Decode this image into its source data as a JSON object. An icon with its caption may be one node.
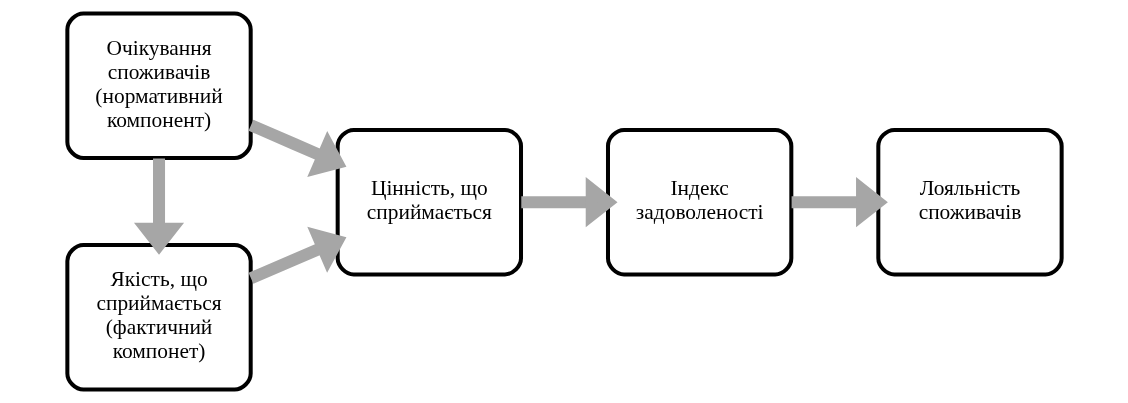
{
  "diagram": {
    "nodes": [
      {
        "text": [
          "Очікування споживачів",
          "(нормативний компонент)"
        ]
      },
      {
        "text": [
          "Якість, що сприймається (фактичний компонет)"
        ]
      },
      {
        "text": [
          "Цінність, що сприймається"
        ]
      },
      {
        "text": [
          "Індекс задоволеності"
        ]
      },
      {
        "text": [
          "Лояльність споживачів"
        ]
      }
    ],
    "edges": [
      {
        "from": 0,
        "to": 2,
        "arrow": "to"
      },
      {
        "from": 0,
        "to": 1,
        "arrow": "to"
      },
      {
        "from": 1,
        "to": 2,
        "arrow": "to"
      },
      {
        "from": 2,
        "to": 3,
        "arrow": "to"
      },
      {
        "from": 3,
        "to": 4,
        "arrow": "to"
      }
    ]
  }
}
